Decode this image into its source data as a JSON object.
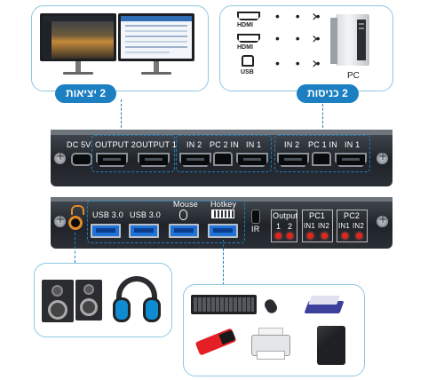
{
  "outputs_callout": {
    "badge": "2 יציאות"
  },
  "inputs_callout": {
    "badge": "2 כניסות",
    "rows": [
      {
        "label": "HDMI",
        "icon": "hdmi-port-icon"
      },
      {
        "label": "HDMI",
        "icon": "hdmi-port-icon"
      },
      {
        "label": "USB",
        "icon": "usb-b-port-icon"
      }
    ],
    "pc_label": "PC"
  },
  "back_panel": {
    "dc_label": "DC 5V",
    "output2": "OUTPUT 2",
    "output1": "OUTPUT 1",
    "pc2_in2": "IN 2",
    "pc2_in": "PC 2 IN",
    "pc2_in1": "IN 1",
    "pc1_in2": "IN 2",
    "pc1_in": "PC 1 IN",
    "pc1_in1": "IN 1"
  },
  "front_panel": {
    "usb1": "USB 3.0",
    "usb2": "USB 3.0",
    "mouse": "Mouse",
    "hotkey": "Hotkey",
    "ir": "IR",
    "output_title": "Output",
    "output_nums": [
      "1",
      "2"
    ],
    "pc1_title": "PC1",
    "pc1_sub": [
      "IN1",
      "IN2"
    ],
    "pc2_title": "PC2",
    "pc2_sub": [
      "IN1",
      "IN2"
    ]
  },
  "colors": {
    "accent": "#1b7fc1",
    "panel": "#2b3036",
    "usb_blue": "#1f73d6",
    "led_red": "#e0261b"
  }
}
